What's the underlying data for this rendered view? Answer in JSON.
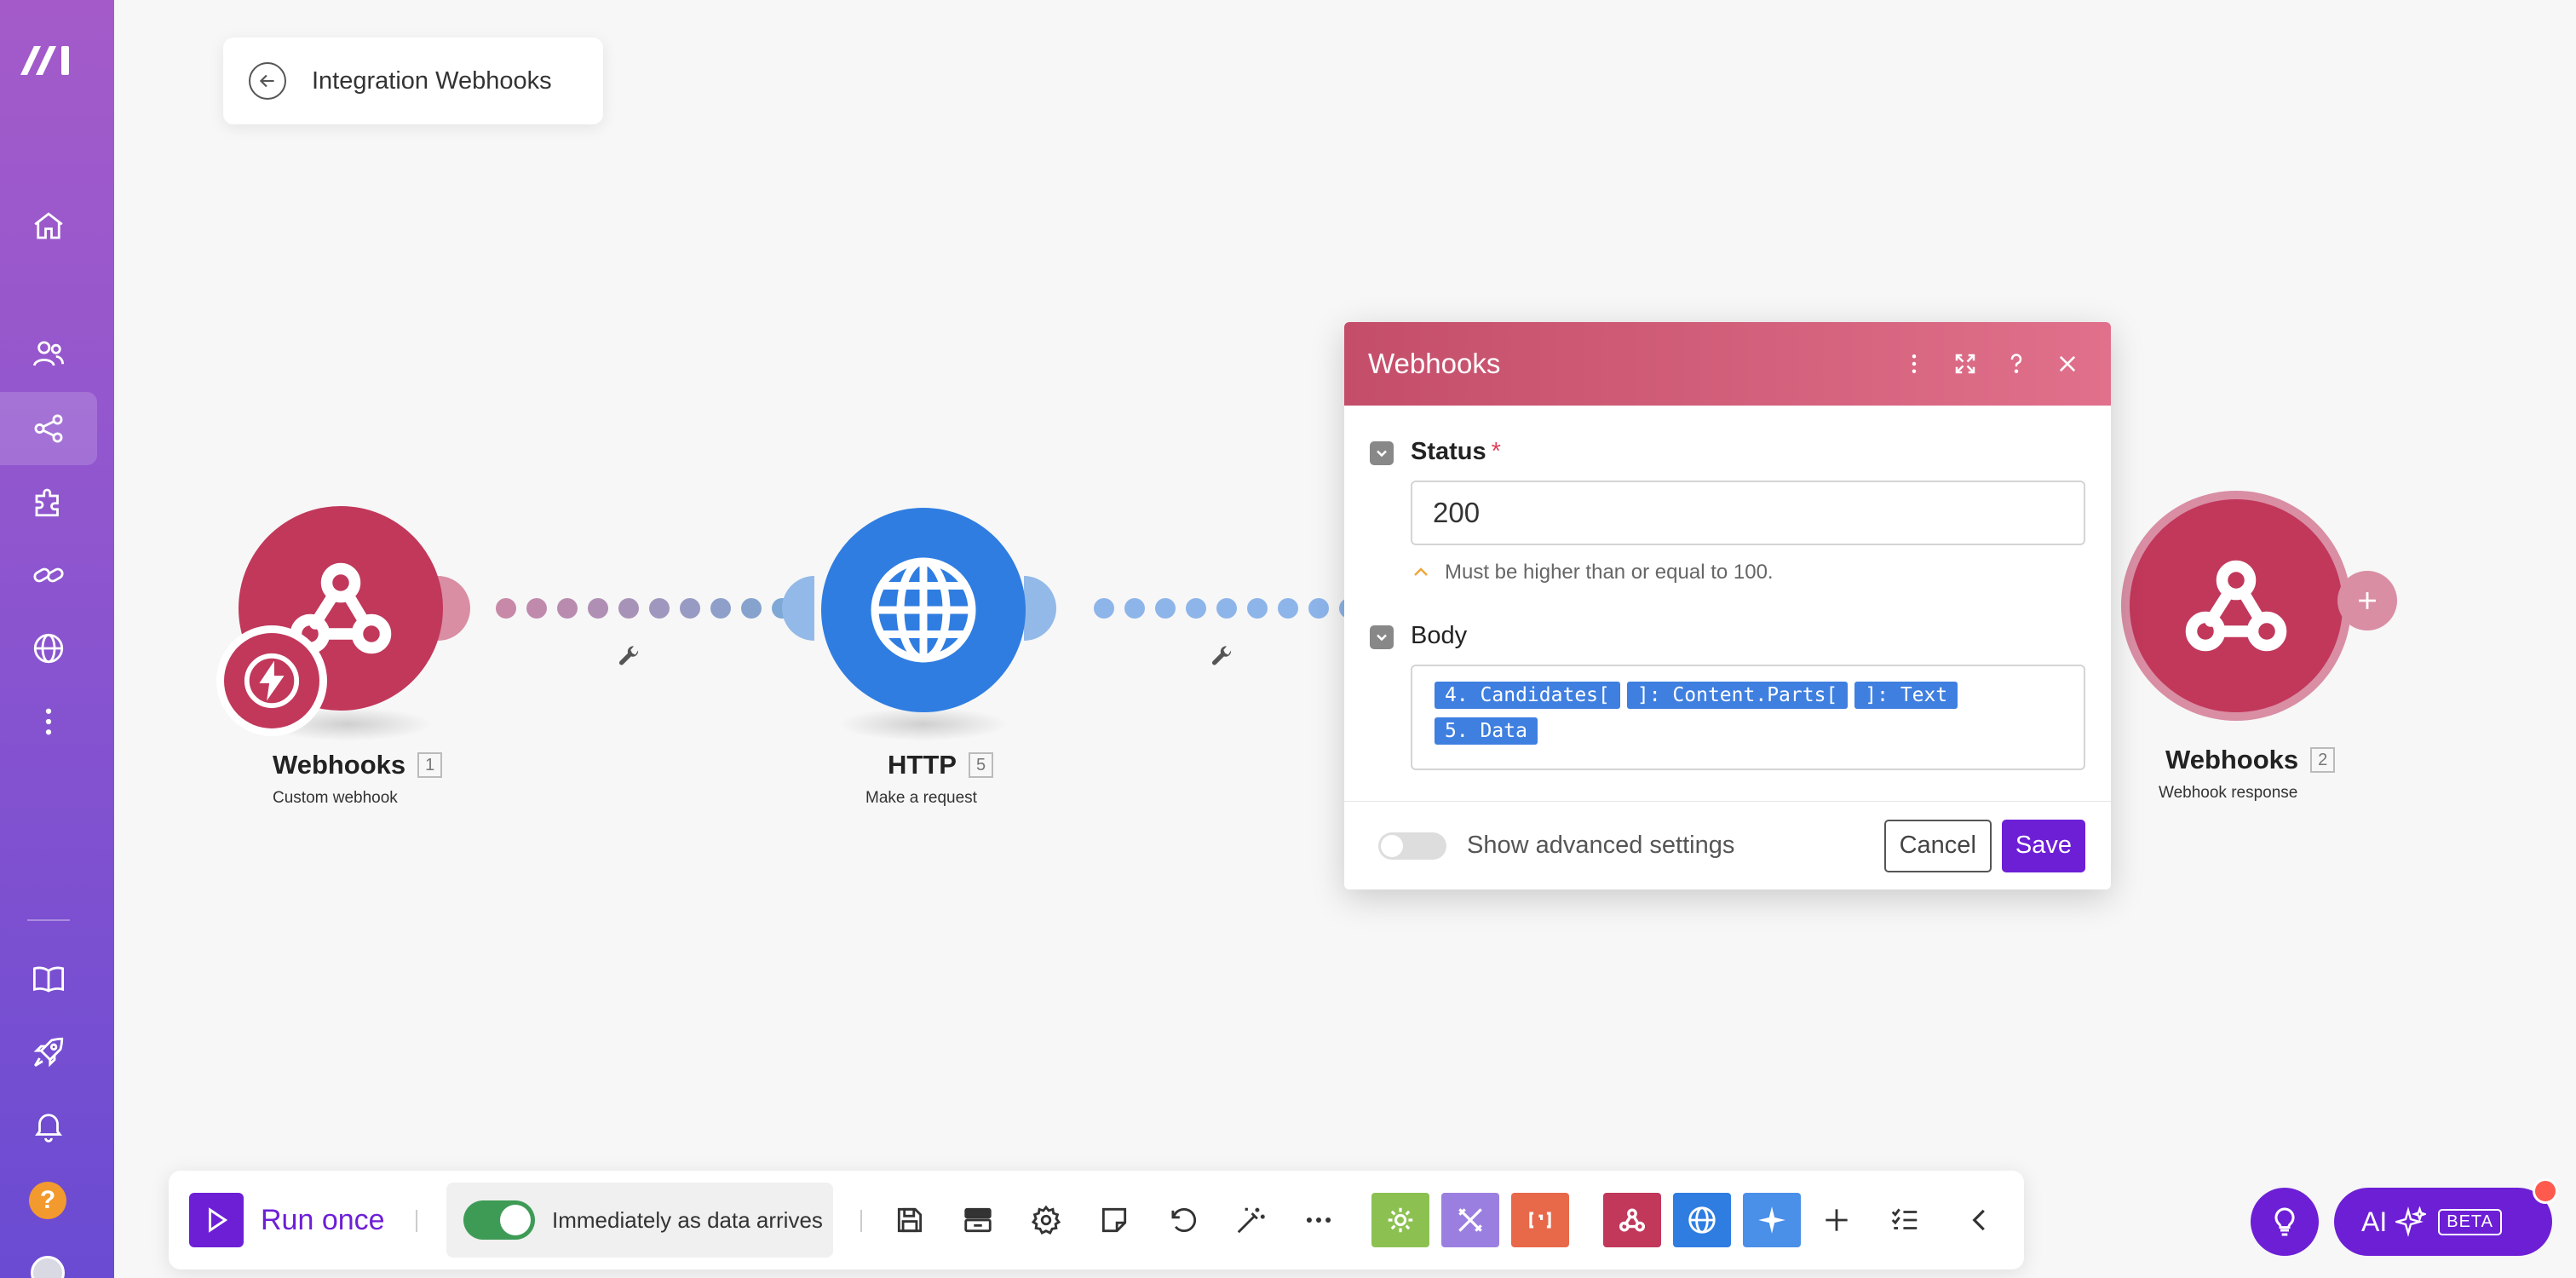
{
  "scenario": {
    "title": "Integration Webhooks",
    "back_icon": "arrow-left-circle-icon"
  },
  "sidebar": {
    "items": [
      {
        "name": "home",
        "icon": "home-icon"
      },
      {
        "name": "team",
        "icon": "users-icon"
      },
      {
        "name": "scenarios",
        "icon": "share-nodes-icon",
        "active": true
      },
      {
        "name": "templates",
        "icon": "puzzle-icon"
      },
      {
        "name": "connections",
        "icon": "link-icon"
      },
      {
        "name": "webhooks",
        "icon": "globe-icon"
      },
      {
        "name": "more",
        "icon": "more-vertical-icon"
      },
      {
        "name": "docs",
        "icon": "book-icon"
      },
      {
        "name": "whats-new",
        "icon": "rocket-icon"
      },
      {
        "name": "notifications",
        "icon": "bell-icon"
      },
      {
        "name": "help",
        "icon": "question-icon",
        "label": "?"
      },
      {
        "name": "profile",
        "icon": "avatar"
      }
    ]
  },
  "modules": [
    {
      "name": "Webhooks",
      "number": "1",
      "subtitle": "Custom webhook",
      "color": "#c1385b",
      "icon": "webhook-icon",
      "badge": "lightning-icon"
    },
    {
      "name": "HTTP",
      "number": "5",
      "subtitle": "Make a request",
      "color": "#2f7de1",
      "icon": "globe-icon"
    },
    {
      "name": "Webhooks",
      "number": "2",
      "subtitle": "Webhook response",
      "color": "#c1385b",
      "icon": "webhook-icon"
    }
  ],
  "dialog": {
    "title": "Webhooks",
    "header_icons": [
      "more-vertical-icon",
      "expand-icon",
      "help-icon",
      "close-icon"
    ],
    "status": {
      "label": "Status",
      "required_mark": "*",
      "value": "200",
      "hint": "Must be higher than or equal to 100."
    },
    "body": {
      "label": "Body",
      "tokens_line1": [
        "4. Candidates[",
        "]: Content.Parts[",
        "]: Text"
      ],
      "tokens_line2": [
        "5. Data"
      ]
    },
    "advanced_label": "Show advanced settings",
    "cancel_label": "Cancel",
    "save_label": "Save"
  },
  "toolbar": {
    "run_label": "Run once",
    "schedule_label": "Immediately as data arrives",
    "schedule_on": true,
    "icons": [
      "save-icon",
      "scenario-io-icon",
      "settings-icon",
      "notes-icon",
      "undo-icon",
      "auto-align-icon",
      "more-horizontal-icon"
    ],
    "tools": [
      {
        "name": "flow-control",
        "color": "#8cc152"
      },
      {
        "name": "tools",
        "color": "#9b7fe0"
      },
      {
        "name": "text-parser",
        "color": "#e8684a"
      },
      {
        "name": "webhooks",
        "color": "#c1385b"
      },
      {
        "name": "http",
        "color": "#2f7de1"
      },
      {
        "name": "ai",
        "color": "#4a8fe8"
      }
    ],
    "trailing_icons": [
      "plus-icon",
      "checklist-icon",
      "chevron-left-icon"
    ]
  },
  "ai_assistant": {
    "label": "AI",
    "badge": "BETA"
  },
  "colors": {
    "brand_purple": "#6d1fd6",
    "webhook_red": "#c1385b",
    "http_blue": "#2f7de1"
  }
}
